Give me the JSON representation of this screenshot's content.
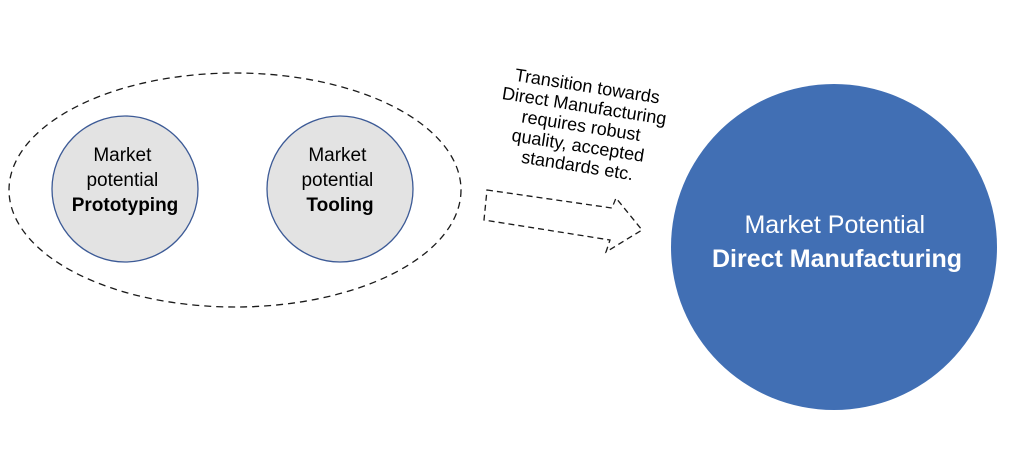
{
  "colors": {
    "small_circle_fill": "#e3e3e3",
    "small_circle_stroke": "#3c5a96",
    "big_circle_fill": "#416fb4",
    "dashed_stroke": "#1a1a1a",
    "big_circle_text": "#ffffff"
  },
  "group": {
    "label": "",
    "circles": [
      {
        "line1": "Market",
        "line2": "potential",
        "line3": "Prototyping"
      },
      {
        "line1": "Market",
        "line2": "potential",
        "line3": "Tooling"
      }
    ]
  },
  "transition": {
    "caption_lines": [
      "Transition towards",
      "Direct Manufacturing",
      "requires robust",
      "quality, accepted",
      "standards etc."
    ]
  },
  "target": {
    "line1": "Market Potential",
    "line2": "Direct Manufacturing"
  }
}
